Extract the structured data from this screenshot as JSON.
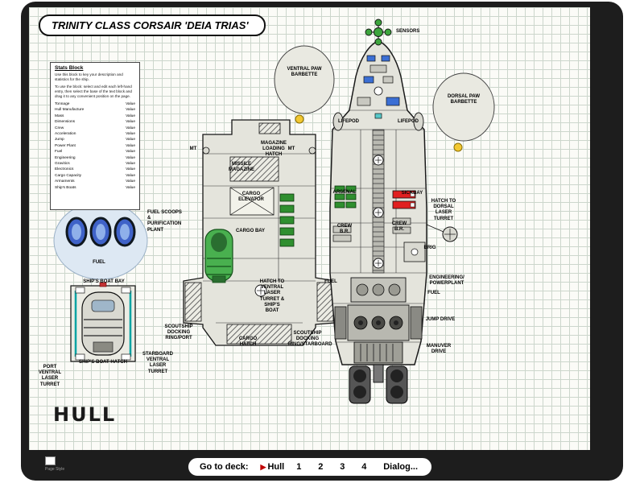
{
  "title_box": {
    "title": "TRINITY CLASS CORSAIR 'DEIA TRIAS'"
  },
  "stats_block": {
    "title": "Stats Block",
    "para1": "Use this block to key your description and statistics for the ship.",
    "para2": "To use the block: select and edit each left-hand entry, then select the base of the text block and drag it to any convenient position on the page.",
    "rows": [
      {
        "label": "Tonnage",
        "value": "Value"
      },
      {
        "label": "Hull Manufacture",
        "value": "Value"
      },
      {
        "label": "Mass",
        "value": "Value"
      },
      {
        "label": "Dimensions",
        "value": "Value"
      },
      {
        "label": "Crew",
        "value": "Value"
      },
      {
        "label": "Acceleration",
        "value": "Value"
      },
      {
        "label": "Jump",
        "value": "Value"
      },
      {
        "label": "Power Plant",
        "value": "Value"
      },
      {
        "label": "Fuel",
        "value": "Value"
      },
      {
        "label": "Engineering",
        "value": "Value"
      },
      {
        "label": "Gravitics",
        "value": "Value"
      },
      {
        "label": "Electronics",
        "value": "Value"
      },
      {
        "label": "Cargo Capacity",
        "value": "Value"
      },
      {
        "label": "Armaments",
        "value": "Value"
      },
      {
        "label": "Ship's Boats",
        "value": "Value"
      }
    ]
  },
  "plan_labels": {
    "sensors": "SENSORS",
    "ventral_paw_barbette": "VENTRAL PAW BARBETTE",
    "dorsal_paw_barbette": "DORSAL PAW BARBETTE",
    "lifepod_port": "LIFEPOD",
    "lifepod_starboard": "LIFEPOD",
    "magazine_loading_hatch": "MAGAZINE LOADING HATCH",
    "missile_magazine": "MISSILE MAGAZINE",
    "cargo_elevator": "CARGO ELEVATOR",
    "cargo_bay": "CARGO BAY",
    "arsenal": "ARSENAL",
    "sickbay": "SICKBAY",
    "crew_br_port": "CREW B.R.",
    "crew_br_starboard": "CREW B.R.",
    "brig": "BRIG",
    "hatch_to_dorsal_laser_turret": "HATCH TO DORSAL LASER TURRET",
    "fuel_scoops": "FUEL SCOOPS & PURIFICATION PLANT",
    "fuel_port": "FUEL",
    "ships_boat_bay": "SHIP'S BOAT BAY",
    "ships_boat_hatch": "SHIP'S BOAT HATCH",
    "port_ventral_laser_turret": "PORT VENTRAL LASER TURRET",
    "starboard_ventral_laser_turret": "STARBOARD VENTRAL LASER TURRET",
    "hatch_to_ventral_laser_turret": "HATCH TO VENTRAL LASER TURRET & SHIP'S BOAT",
    "scoutship_docking_ring_port": "SCOUTSHIP DOCKING RING/PORT",
    "cargo_hatch": "CARGO HATCH",
    "scoutship_docking_ring_starboard": "SCOUTSHIP DOCKING RING/STARBOARD",
    "fuel_mid": "FUEL",
    "engineering_powerplant": "ENGINEERING/ POWERPLANT",
    "fuel_starboard": "FUEL",
    "jump_drive": "JUMP DRIVE",
    "manuver_drive": "MANUVER DRIVE",
    "mt_port": "MT",
    "mt_starboard": "MT",
    "hull_deck_name": "HULL"
  },
  "deck_nav": {
    "prompt": "Go to deck:",
    "current_marker": "▶",
    "items": [
      {
        "label": "Hull",
        "current": true
      },
      {
        "label": "1"
      },
      {
        "label": "2"
      },
      {
        "label": "3"
      },
      {
        "label": "4"
      },
      {
        "label": "Dialog..."
      }
    ]
  },
  "page_tool": {
    "label": "Page Style"
  },
  "colors": {
    "window_bg": "#1d1d1d",
    "grid_line": "#ccd6cc",
    "hull_fill": "#e4e4dc",
    "accent_red": "#c00000",
    "crate_green": "#2f8f2f",
    "boat_green": "#49b04f",
    "console_blue": "#3b6fd4",
    "scoop_blue": "#3f62c8",
    "bay_teal": "#00a3a3",
    "marker_yellow": "#f2c832"
  }
}
